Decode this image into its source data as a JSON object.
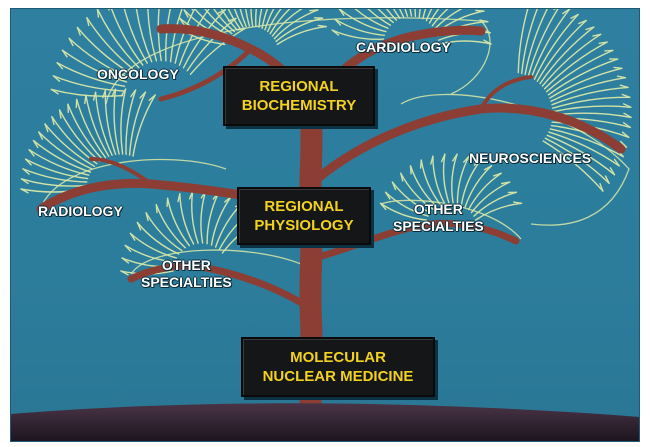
{
  "boxes": {
    "biochemistry": {
      "line1": "REGIONAL",
      "line2": "BIOCHEMISTRY"
    },
    "physiology": {
      "line1": "REGIONAL",
      "line2": "PHYSIOLOGY"
    },
    "molecular": {
      "line1": "MOLECULAR",
      "line2": "NUCLEAR MEDICINE"
    }
  },
  "labels": {
    "oncology": "ONCOLOGY",
    "cardiology": "CARDIOLOGY",
    "neurosciences": "NEUROSCIENCES",
    "radiology": "RADIOLOGY",
    "other_right": {
      "line1": "OTHER",
      "line2": "SPECIALTIES"
    },
    "other_left": {
      "line1": "OTHER",
      "line2": "SPECIALTIES"
    }
  },
  "colors": {
    "sky": "#2c7d9c",
    "trunk": "#8c3e35",
    "twig": "#d9e8a8",
    "box_text": "#f2d21f",
    "ground": "#3a2a3c"
  }
}
